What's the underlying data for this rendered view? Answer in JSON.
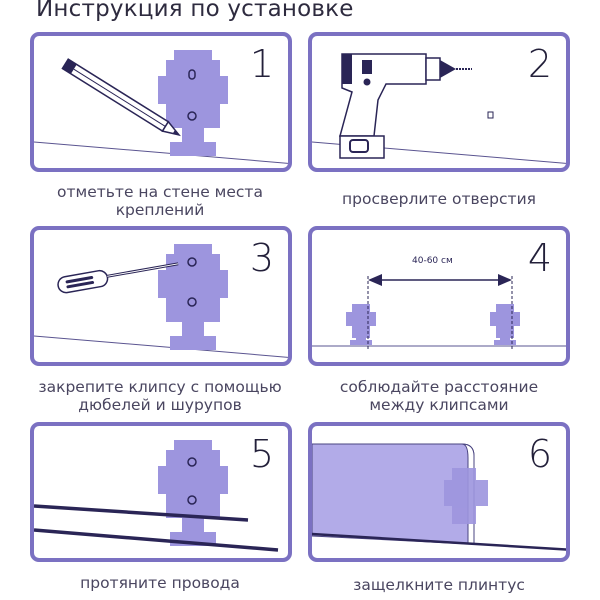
{
  "title": "Инструкция по установке",
  "colors": {
    "border": "#7b71c2",
    "clip": "#9d95de",
    "dark": "#2a2556",
    "text": "#4a4660"
  },
  "steps": [
    {
      "number": "1",
      "caption_line1": "отметьте на стене места",
      "caption_line2": "креплений",
      "icon": "pencil-marking-icon"
    },
    {
      "number": "2",
      "caption_line1": "просверлите отверстия",
      "caption_line2": "",
      "icon": "drill-icon"
    },
    {
      "number": "3",
      "caption_line1": "закрепите клипсу с помощью",
      "caption_line2": "дюбелей и шурупов",
      "icon": "screwdriver-icon"
    },
    {
      "number": "4",
      "caption_line1": "соблюдайте расстояние",
      "caption_line2": "между клипсами",
      "icon": "distance-arrow-icon",
      "distance_label": "40-60 см"
    },
    {
      "number": "5",
      "caption_line1": "протяните провода",
      "caption_line2": "",
      "icon": "wires-icon"
    },
    {
      "number": "6",
      "caption_line1": "защелкните плинтус",
      "caption_line2": "",
      "icon": "baseboard-icon"
    }
  ]
}
